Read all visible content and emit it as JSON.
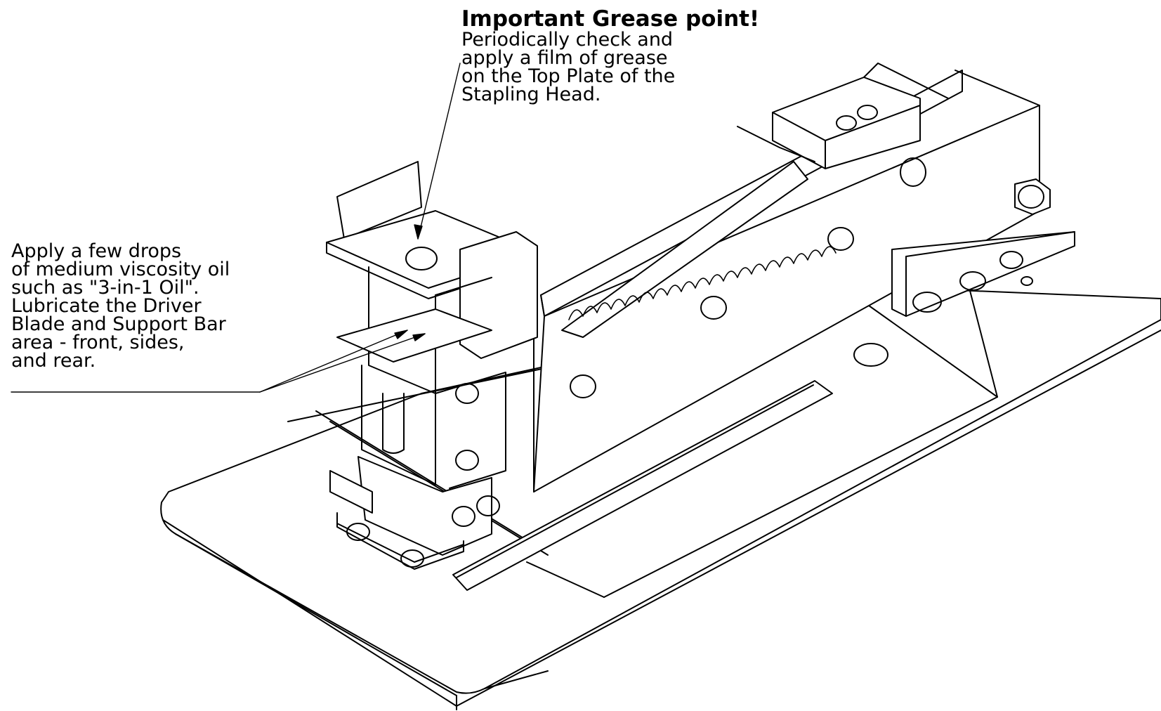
{
  "callouts": {
    "grease": {
      "title": "Important Grease point!",
      "lines": [
        "Periodically check and",
        "apply a film of grease",
        "on the Top Plate of the",
        "Stapling Head."
      ]
    },
    "oil": {
      "lines": [
        "Apply a few drops",
        "of medium viscosity oil",
        "such as \"3-in-1 Oil\".",
        "Lubricate the Driver",
        "Blade and Support Bar",
        "area - front, sides,",
        "and rear."
      ]
    }
  }
}
